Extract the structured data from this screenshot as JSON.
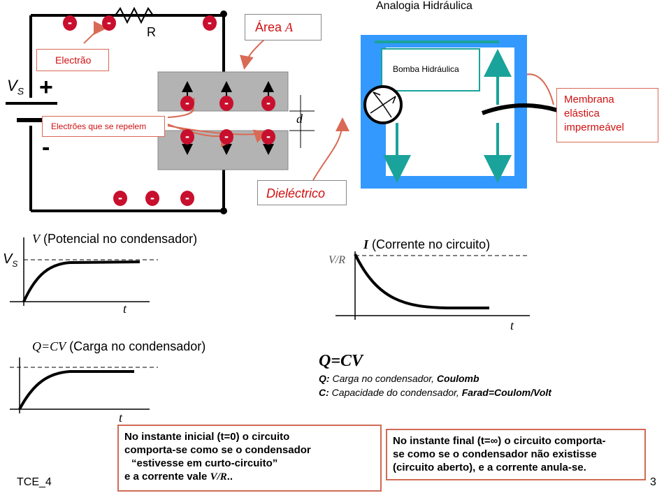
{
  "circuit": {
    "electron_sign": "-",
    "resistor_label": "R",
    "area_label": "Área",
    "area_var": "A",
    "electron_label": "Electrão",
    "vs_label": "V",
    "vs_sub": "S",
    "plus": "+",
    "minus": "-",
    "repel_label": "Electrões que se repelem",
    "distance_label": "d",
    "dielectric_label": "Dieléctrico"
  },
  "hydraulic": {
    "title": "Analogia Hidráulica",
    "pump_label": "Bomba Hidráulica",
    "membrane_label": [
      "Membrana",
      "elástica",
      "impermeável"
    ]
  },
  "graph_v": {
    "left_label": "V",
    "left_sub": "S",
    "var": "V",
    "title": "(Potencial  no condensador)",
    "x_label": "t"
  },
  "graph_i": {
    "left_label": "V/R",
    "var": "I",
    "title": "(Corrente no circuito)",
    "x_label": "t"
  },
  "graph_q": {
    "var": "Q=CV",
    "title": "(Carga  no condensador)",
    "x_label": "t"
  },
  "formula": {
    "main": "Q=CV",
    "q_key": "Q:",
    "q_text": "Carga no condensador,",
    "q_unit": "Coulomb",
    "c_key": "C:",
    "c_text": "Capacidade do condensador,",
    "c_unit": "Farad=Coulom/Volt"
  },
  "box_initial": {
    "line1": "No instante inicial (t=0) o circuito",
    "line2": "comporta-se como se o condensador",
    "line3": "estivesse em curto-circuito",
    "line4_start": "e a corrente vale",
    "line4_var": "V/R",
    "line4_end": ".."
  },
  "box_final": {
    "line1": "No instante final (t=∞) o circuito comporta-",
    "line2": "se como se o condensador não existisse",
    "line3": "(circuito aberto), e a corrente anula-se."
  },
  "footer": {
    "slide_id": "TCE_4",
    "page_number": "3"
  },
  "colors": {
    "electron": "#c8102e",
    "callout_border": "#d96a55",
    "plate": "#b3b3b3",
    "water_frame": "#3399ff",
    "arrow_teal": "#1aa39a"
  }
}
